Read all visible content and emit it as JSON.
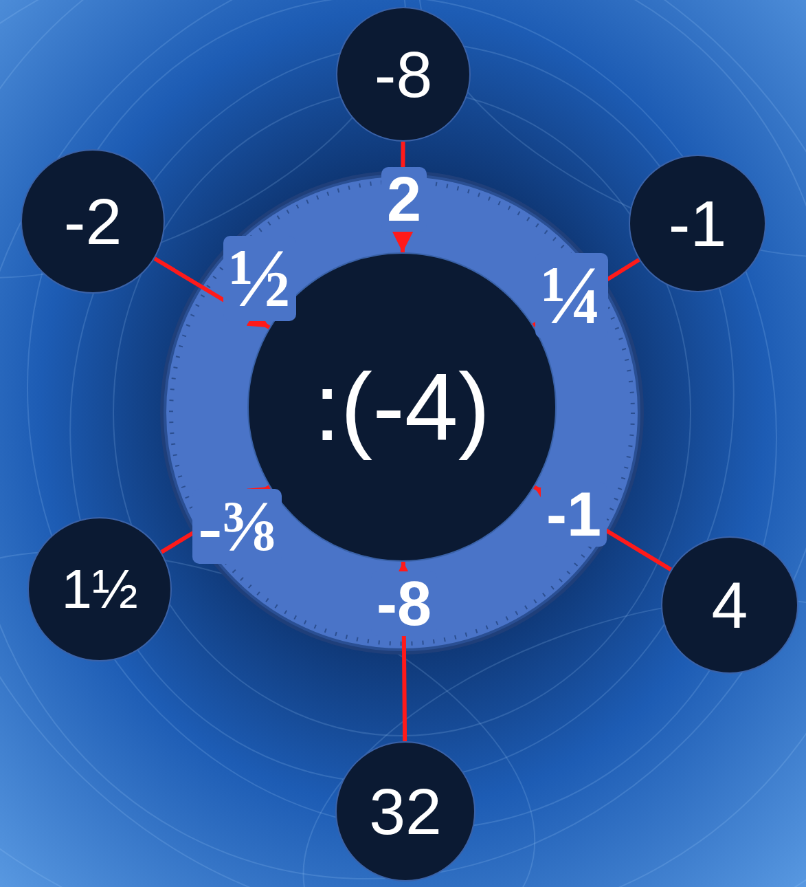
{
  "diagram": {
    "nodes": [
      {
        "text": [
          "-8"
        ]
      },
      {
        "text": [
          "-2"
        ]
      },
      {
        "text": [
          "-1"
        ]
      },
      {
        "text": [
          ":(-4)"
        ]
      },
      {
        "text": [
          "1½"
        ]
      },
      {
        "text": [
          "4"
        ]
      },
      {
        "text": [
          "32"
        ]
      }
    ],
    "edges": [
      {
        "from": 0,
        "to": 3,
        "arrow": "to",
        "label": "2"
      },
      {
        "from": 1,
        "to": 3,
        "arrow": "to",
        "label": "½"
      },
      {
        "from": 2,
        "to": 3,
        "arrow": "to",
        "label": "¼"
      },
      {
        "from": 4,
        "to": 3,
        "arrow": "to",
        "label": "-⅜"
      },
      {
        "from": 5,
        "to": 3,
        "arrow": "to",
        "label": "-1"
      },
      {
        "from": 6,
        "to": 3,
        "arrow": "to",
        "label": "-8"
      }
    ]
  }
}
